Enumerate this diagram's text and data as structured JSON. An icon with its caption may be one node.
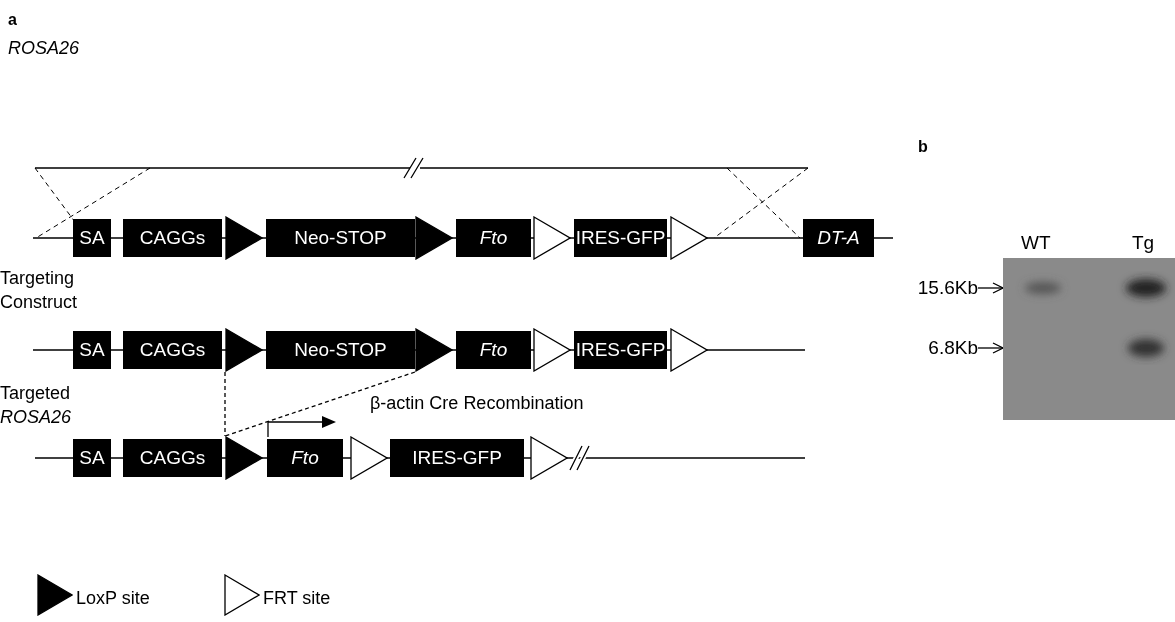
{
  "diagram": {
    "nodes": [
      {
        "text": [
          "SA"
        ]
      },
      {
        "text": [
          "CAGGs"
        ]
      },
      {
        "text": [],
        "shape": "triangle"
      },
      {
        "text": [
          "Neo-STOP"
        ]
      },
      {
        "text": [],
        "shape": "triangle"
      },
      {
        "text": [
          "Fto"
        ]
      },
      {
        "text": [],
        "shape": "triangle"
      },
      {
        "text": [
          "IRES-GFP"
        ]
      },
      {
        "text": [],
        "shape": "triangle"
      },
      {
        "text": [
          "DT-A"
        ]
      },
      {
        "text": [
          "SA"
        ]
      },
      {
        "text": [
          "CAGGs"
        ]
      },
      {
        "text": [],
        "shape": "triangle"
      },
      {
        "text": [
          "Neo-STOP"
        ]
      },
      {
        "text": [],
        "shape": "triangle"
      },
      {
        "text": [
          "Fto"
        ]
      },
      {
        "text": [],
        "shape": "triangle"
      },
      {
        "text": [
          "IRES-GFP"
        ]
      },
      {
        "text": [],
        "shape": "triangle"
      },
      {
        "text": [
          "SA"
        ]
      },
      {
        "text": [
          "CAGGs"
        ]
      },
      {
        "text": [],
        "shape": "triangle"
      },
      {
        "text": [
          "Fto"
        ]
      },
      {
        "text": [],
        "shape": "triangle"
      },
      {
        "text": [
          "IRES-GFP"
        ]
      },
      {
        "text": [],
        "shape": "triangle"
      },
      {
        "text": [
          "15.6Kb"
        ]
      },
      {
        "text": [
          "6.8Kb"
        ]
      },
      {
        "text": [],
        "shape": "picture",
        "beside": [
          "WT",
          "Tg"
        ]
      }
    ],
    "edges": [
      {
        "from": 12,
        "to": 21,
        "arrow": "none",
        "style": "dashed"
      },
      {
        "from": 14,
        "to": 21,
        "arrow": "none",
        "style": "dashed"
      },
      {
        "from": 26,
        "to": 28,
        "arrow": "to"
      },
      {
        "from": 27,
        "to": 28,
        "arrow": "to"
      }
    ],
    "labels": [
      "a",
      "ROSA26",
      "b",
      "Targeting Construct",
      "Targeted *ROSA26*",
      "β-actin Cre Recombination"
    ],
    "legend": [
      {
        "text": "LoxP site"
      },
      {
        "text": "FRT site"
      }
    ]
  }
}
